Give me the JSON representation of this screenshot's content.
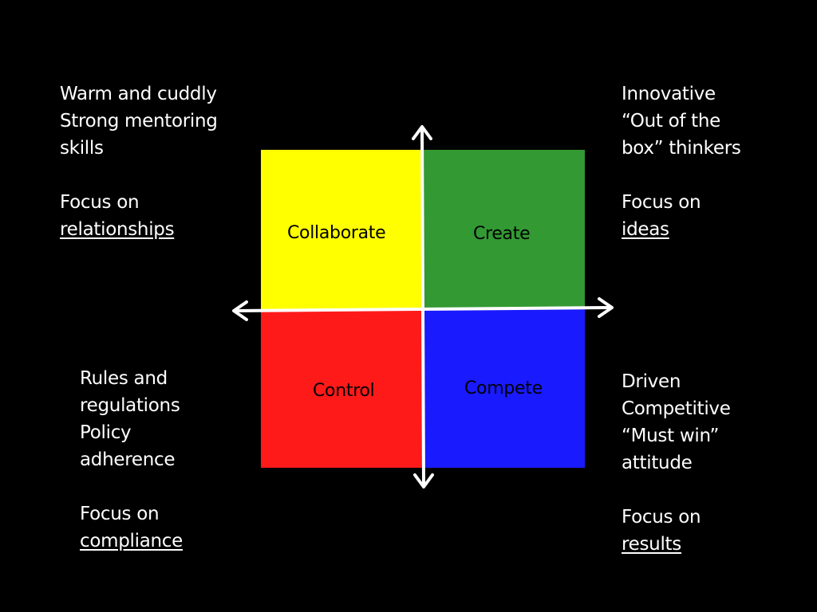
{
  "top_left": {
    "lines": [
      "Warm and cuddly",
      "Strong mentoring",
      "skills"
    ],
    "focus_prefix": "Focus on",
    "focus_word": "relationships"
  },
  "top_right": {
    "lines": [
      "Innovative",
      "“Out of the",
      "box” thinkers"
    ],
    "focus_prefix": "Focus on",
    "focus_word": "ideas"
  },
  "bottom_left": {
    "lines": [
      "Rules and",
      "regulations",
      "Policy",
      "adherence"
    ],
    "focus_prefix": "Focus on",
    "focus_word": "compliance"
  },
  "bottom_right": {
    "lines": [
      "Driven",
      "Competitive",
      "“Must win”",
      "attitude"
    ],
    "focus_prefix": "Focus on",
    "focus_word": "results"
  },
  "quadrants": {
    "collaborate": {
      "label": "Collaborate",
      "color": "#ffff00"
    },
    "create": {
      "label": "Create",
      "color": "#339933"
    },
    "control": {
      "label": "Control",
      "color": "#ff1a1a"
    },
    "compete": {
      "label": "Compete",
      "color": "#1a1aff"
    }
  },
  "axis_color": "#ffffff",
  "background_color": "#000000"
}
